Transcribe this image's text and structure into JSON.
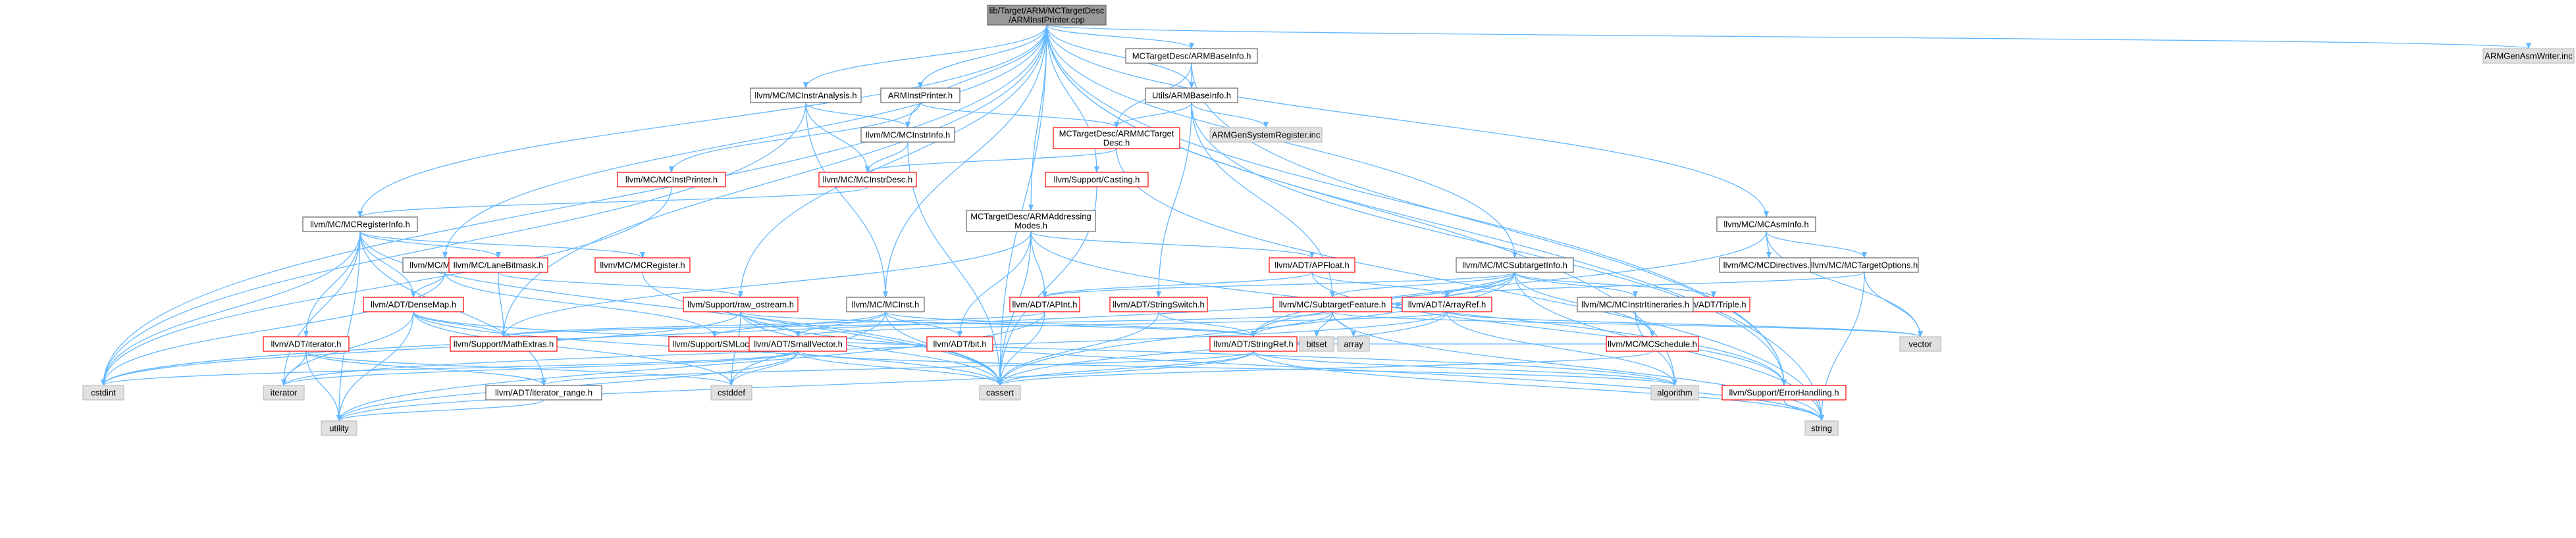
{
  "colors": {
    "edge": "#63b8ff",
    "root_fill": "#999999",
    "normal_border": "#666666",
    "normal_fill": "#ffffff",
    "incomplete_border": "#ff0000",
    "incomplete_fill": "#ffffff",
    "external_border": "#bfbfbf",
    "external_fill": "#e0e0e0"
  },
  "nodes": [
    {
      "id": "root",
      "lines": [
        "lib/Target/ARM/MCTargetDesc",
        "/ARMInstPrinter.cpp"
      ],
      "kind": "root"
    },
    {
      "id": "cstdint",
      "lines": [
        "cstdint"
      ],
      "kind": "external"
    },
    {
      "id": "MCRegisterInfo",
      "lines": [
        "llvm/MC/MCRegisterInfo.h"
      ],
      "kind": "normal"
    },
    {
      "id": "MCExpr",
      "lines": [
        "llvm/MC/MCExpr.h"
      ],
      "kind": "normal"
    },
    {
      "id": "MathExtras",
      "lines": [
        "llvm/Support/MathExtras.h"
      ],
      "kind": "incomplete"
    },
    {
      "id": "MCInstrAnalysis",
      "lines": [
        "llvm/MC/MCInstrAnalysis.h"
      ],
      "kind": "normal"
    },
    {
      "id": "ARMInstPrinterH",
      "lines": [
        "ARMInstPrinter.h"
      ],
      "kind": "normal"
    },
    {
      "id": "MCInstrInfo",
      "lines": [
        "llvm/MC/MCInstrInfo.h"
      ],
      "kind": "normal"
    },
    {
      "id": "raw_ostream",
      "lines": [
        "llvm/Support/raw_ostream.h"
      ],
      "kind": "incomplete"
    },
    {
      "id": "MCInst",
      "lines": [
        "llvm/MC/MCInst.h"
      ],
      "kind": "normal"
    },
    {
      "id": "ARMAddressingModes",
      "lines": [
        "MCTargetDesc/ARMAddressing",
        "Modes.h"
      ],
      "kind": "normal"
    },
    {
      "id": "Casting",
      "lines": [
        "llvm/Support/Casting.h"
      ],
      "kind": "incomplete"
    },
    {
      "id": "ARMBaseInfoMC",
      "lines": [
        "MCTargetDesc/ARMBaseInfo.h"
      ],
      "kind": "normal"
    },
    {
      "id": "UtilsARMBaseInfo",
      "lines": [
        "Utils/ARMBaseInfo.h"
      ],
      "kind": "normal"
    },
    {
      "id": "ARMMCTargetDesc",
      "lines": [
        "MCTargetDesc/ARMMCTarget",
        "Desc.h"
      ],
      "kind": "incomplete"
    },
    {
      "id": "ARMGenSystemRegister",
      "lines": [
        "ARMGenSystemRegister.inc"
      ],
      "kind": "external"
    },
    {
      "id": "MCSubtargetInfo",
      "lines": [
        "llvm/MC/MCSubtargetInfo.h"
      ],
      "kind": "normal"
    },
    {
      "id": "MCAsmInfo",
      "lines": [
        "llvm/MC/MCAsmInfo.h"
      ],
      "kind": "normal"
    },
    {
      "id": "ARMGenAsmWriter",
      "lines": [
        "ARMGenAsmWriter.inc"
      ],
      "kind": "external"
    },
    {
      "id": "MCInstPrinter",
      "lines": [
        "llvm/MC/MCInstPrinter.h"
      ],
      "kind": "incomplete"
    },
    {
      "id": "MCInstrDesc",
      "lines": [
        "llvm/MC/MCInstrDesc.h"
      ],
      "kind": "incomplete"
    },
    {
      "id": "LaneBitmask",
      "lines": [
        "llvm/MC/LaneBitmask.h"
      ],
      "kind": "incomplete"
    },
    {
      "id": "MCRegister",
      "lines": [
        "llvm/MC/MCRegister.h"
      ],
      "kind": "incomplete"
    },
    {
      "id": "DenseMap",
      "lines": [
        "llvm/ADT/DenseMap.h"
      ],
      "kind": "incomplete"
    },
    {
      "id": "iteratorH",
      "lines": [
        "llvm/ADT/iterator.h"
      ],
      "kind": "incomplete"
    },
    {
      "id": "iterator_range",
      "lines": [
        "llvm/ADT/iterator_range.h"
      ],
      "kind": "normal"
    },
    {
      "id": "SMLoc",
      "lines": [
        "llvm/Support/SMLoc.h"
      ],
      "kind": "incomplete"
    },
    {
      "id": "SmallVector",
      "lines": [
        "llvm/ADT/SmallVector.h"
      ],
      "kind": "incomplete"
    },
    {
      "id": "bitH",
      "lines": [
        "llvm/ADT/bit.h"
      ],
      "kind": "incomplete"
    },
    {
      "id": "APInt",
      "lines": [
        "llvm/ADT/APInt.h"
      ],
      "kind": "incomplete"
    },
    {
      "id": "APFloat",
      "lines": [
        "llvm/ADT/APFloat.h"
      ],
      "kind": "incomplete"
    },
    {
      "id": "StringSwitch",
      "lines": [
        "llvm/ADT/StringSwitch.h"
      ],
      "kind": "incomplete"
    },
    {
      "id": "StringRef",
      "lines": [
        "llvm/ADT/StringRef.h"
      ],
      "kind": "incomplete"
    },
    {
      "id": "SubtargetFeature",
      "lines": [
        "llvm/MC/SubtargetFeature.h"
      ],
      "kind": "incomplete"
    },
    {
      "id": "ArrayRef",
      "lines": [
        "llvm/ADT/ArrayRef.h"
      ],
      "kind": "incomplete"
    },
    {
      "id": "Triple",
      "lines": [
        "llvm/ADT/Triple.h"
      ],
      "kind": "incomplete"
    },
    {
      "id": "MCInstrItineraries",
      "lines": [
        "llvm/MC/MCInstrItineraries.h"
      ],
      "kind": "normal"
    },
    {
      "id": "MCSchedule",
      "lines": [
        "llvm/MC/MCSchedule.h"
      ],
      "kind": "incomplete"
    },
    {
      "id": "MCDirectives",
      "lines": [
        "llvm/MC/MCDirectives.h"
      ],
      "kind": "normal"
    },
    {
      "id": "MCTargetOptions",
      "lines": [
        "llvm/MC/MCTargetOptions.h"
      ],
      "kind": "normal"
    },
    {
      "id": "ErrorHandling",
      "lines": [
        "llvm/Support/ErrorHandling.h"
      ],
      "kind": "incomplete"
    },
    {
      "id": "iterator",
      "lines": [
        "iterator"
      ],
      "kind": "external"
    },
    {
      "id": "utility",
      "lines": [
        "utility"
      ],
      "kind": "external"
    },
    {
      "id": "cstddef",
      "lines": [
        "cstddef"
      ],
      "kind": "external"
    },
    {
      "id": "cassert",
      "lines": [
        "cassert"
      ],
      "kind": "external"
    },
    {
      "id": "bitset",
      "lines": [
        "bitset"
      ],
      "kind": "external"
    },
    {
      "id": "array",
      "lines": [
        "array"
      ],
      "kind": "external"
    },
    {
      "id": "vector",
      "lines": [
        "vector"
      ],
      "kind": "external"
    },
    {
      "id": "algorithm",
      "lines": [
        "algorithm"
      ],
      "kind": "external"
    },
    {
      "id": "string",
      "lines": [
        "string"
      ],
      "kind": "external"
    }
  ],
  "edges": [
    [
      "root",
      "cstdint"
    ],
    [
      "root",
      "MCRegisterInfo"
    ],
    [
      "root",
      "MCExpr"
    ],
    [
      "root",
      "MathExtras"
    ],
    [
      "root",
      "MCInstrAnalysis"
    ],
    [
      "root",
      "ARMInstPrinterH"
    ],
    [
      "root",
      "MCInstrInfo"
    ],
    [
      "root",
      "raw_ostream"
    ],
    [
      "root",
      "MCInst"
    ],
    [
      "root",
      "ARMAddressingModes"
    ],
    [
      "root",
      "Casting"
    ],
    [
      "root",
      "ARMBaseInfoMC"
    ],
    [
      "root",
      "UtilsARMBaseInfo"
    ],
    [
      "root",
      "MCSubtargetInfo"
    ],
    [
      "root",
      "MCAsmInfo"
    ],
    [
      "root",
      "ARMGenAsmWriter"
    ],
    [
      "root",
      "cassert"
    ],
    [
      "root",
      "algorithm"
    ],
    [
      "root",
      "ErrorHandling"
    ],
    [
      "root",
      "string"
    ],
    [
      "MCInstrAnalysis",
      "cstdint"
    ],
    [
      "MCInstrAnalysis",
      "MCInstrInfo"
    ],
    [
      "MCInstrAnalysis",
      "MCInst"
    ],
    [
      "MCInstrAnalysis",
      "MCInstrDesc"
    ],
    [
      "ARMInstPrinterH",
      "MCInstPrinter"
    ],
    [
      "ARMInstPrinterH",
      "ARMMCTargetDesc"
    ],
    [
      "MCInstrInfo",
      "MCInstrDesc"
    ],
    [
      "MCInstrInfo",
      "cassert"
    ],
    [
      "ARMBaseInfoMC",
      "UtilsARMBaseInfo"
    ],
    [
      "ARMBaseInfoMC",
      "ARMMCTargetDesc"
    ],
    [
      "ARMBaseInfoMC",
      "ErrorHandling"
    ],
    [
      "UtilsARMBaseInfo",
      "ARMMCTargetDesc"
    ],
    [
      "UtilsARMBaseInfo",
      "ARMGenSystemRegister"
    ],
    [
      "UtilsARMBaseInfo",
      "SubtargetFeature"
    ],
    [
      "UtilsARMBaseInfo",
      "StringSwitch"
    ],
    [
      "UtilsARMBaseInfo",
      "ErrorHandling"
    ],
    [
      "ARMMCTargetDesc",
      "MCInstrDesc"
    ],
    [
      "ARMMCTargetDesc",
      "string"
    ],
    [
      "MCInstPrinter",
      "cstdint"
    ],
    [
      "MCInstrDesc",
      "MCRegisterInfo"
    ],
    [
      "Casting",
      "cassert"
    ],
    [
      "MCRegisterInfo",
      "cstdint"
    ],
    [
      "MCRegisterInfo",
      "iterator"
    ],
    [
      "MCRegisterInfo",
      "utility"
    ],
    [
      "MCRegisterInfo",
      "cassert"
    ],
    [
      "MCRegisterInfo",
      "LaneBitmask"
    ],
    [
      "MCRegisterInfo",
      "MCRegister"
    ],
    [
      "MCRegisterInfo",
      "DenseMap"
    ],
    [
      "MCRegisterInfo",
      "iteratorH"
    ],
    [
      "MCRegisterInfo",
      "iterator_range"
    ],
    [
      "MCExpr",
      "cstdint"
    ],
    [
      "MCExpr",
      "DenseMap"
    ],
    [
      "MCExpr",
      "SMLoc"
    ],
    [
      "LaneBitmask",
      "MathExtras"
    ],
    [
      "LaneBitmask",
      "raw_ostream"
    ],
    [
      "MCRegister",
      "cassert"
    ],
    [
      "DenseMap",
      "MathExtras"
    ],
    [
      "DenseMap",
      "iterator"
    ],
    [
      "DenseMap",
      "utility"
    ],
    [
      "DenseMap",
      "cstddef"
    ],
    [
      "DenseMap",
      "cassert"
    ],
    [
      "DenseMap",
      "algorithm"
    ],
    [
      "iteratorH",
      "iterator_range"
    ],
    [
      "iteratorH",
      "cstddef"
    ],
    [
      "iteratorH",
      "utility"
    ],
    [
      "iteratorH",
      "iterator"
    ],
    [
      "iterator_range",
      "utility"
    ],
    [
      "raw_ostream",
      "cassert"
    ],
    [
      "raw_ostream",
      "cstddef"
    ],
    [
      "raw_ostream",
      "cstdint"
    ],
    [
      "raw_ostream",
      "string"
    ],
    [
      "raw_ostream",
      "SmallVector"
    ],
    [
      "raw_ostream",
      "StringRef"
    ],
    [
      "MCInst",
      "SmallVector"
    ],
    [
      "MCInst",
      "bitH"
    ],
    [
      "MCInst",
      "SMLoc"
    ],
    [
      "MCInst",
      "StringRef"
    ],
    [
      "MCInst",
      "cassert"
    ],
    [
      "MCInst",
      "cstddef"
    ],
    [
      "ARMAddressingModes",
      "APFloat"
    ],
    [
      "ARMAddressingModes",
      "APInt"
    ],
    [
      "ARMAddressingModes",
      "bitH"
    ],
    [
      "ARMAddressingModes",
      "ErrorHandling"
    ],
    [
      "ARMAddressingModes",
      "cassert"
    ],
    [
      "ARMAddressingModes",
      "MathExtras"
    ],
    [
      "APFloat",
      "APInt"
    ],
    [
      "APFloat",
      "ArrayRef"
    ],
    [
      "APFloat",
      "ErrorHandling"
    ],
    [
      "APInt",
      "MathExtras"
    ],
    [
      "APInt",
      "cassert"
    ],
    [
      "APInt",
      "utility"
    ],
    [
      "StringSwitch",
      "StringRef"
    ],
    [
      "StringSwitch",
      "cassert"
    ],
    [
      "SmallVector",
      "iterator"
    ],
    [
      "SmallVector",
      "cassert"
    ],
    [
      "SmallVector",
      "cstddef"
    ],
    [
      "SmallVector",
      "utility"
    ],
    [
      "SmallVector",
      "algorithm"
    ],
    [
      "SmallVector",
      "cstdint"
    ],
    [
      "StringRef",
      "iterator_range"
    ],
    [
      "StringRef",
      "cassert"
    ],
    [
      "StringRef",
      "algorithm"
    ],
    [
      "StringRef",
      "string"
    ],
    [
      "StringRef",
      "utility"
    ],
    [
      "MCSubtargetInfo",
      "APInt"
    ],
    [
      "MCSubtargetInfo",
      "ArrayRef"
    ],
    [
      "MCSubtargetInfo",
      "StringRef"
    ],
    [
      "MCSubtargetInfo",
      "Triple"
    ],
    [
      "MCSubtargetInfo",
      "MCInstrItineraries"
    ],
    [
      "MCSubtargetInfo",
      "MCSchedule"
    ],
    [
      "MCSubtargetInfo",
      "SubtargetFeature"
    ],
    [
      "MCSubtargetInfo",
      "cassert"
    ],
    [
      "MCSubtargetInfo",
      "cstdint"
    ],
    [
      "MCSubtargetInfo",
      "string"
    ],
    [
      "SubtargetFeature",
      "ArrayRef"
    ],
    [
      "SubtargetFeature",
      "StringRef"
    ],
    [
      "SubtargetFeature",
      "MathExtras"
    ],
    [
      "SubtargetFeature",
      "array"
    ],
    [
      "SubtargetFeature",
      "bitset"
    ],
    [
      "SubtargetFeature",
      "vector"
    ],
    [
      "SubtargetFeature",
      "string"
    ],
    [
      "ArrayRef",
      "SmallVector"
    ],
    [
      "ArrayRef",
      "cassert"
    ],
    [
      "ArrayRef",
      "vector"
    ],
    [
      "ArrayRef",
      "iterator"
    ],
    [
      "ArrayRef",
      "algorithm"
    ],
    [
      "MCInstrItineraries",
      "MCSchedule"
    ],
    [
      "MCInstrItineraries",
      "algorithm"
    ],
    [
      "MCSchedule",
      "StringRef"
    ],
    [
      "MCSchedule",
      "cassert"
    ],
    [
      "MCAsmInfo",
      "MCDirectives"
    ],
    [
      "MCAsmInfo",
      "MCTargetOptions"
    ],
    [
      "MCAsmInfo",
      "StringRef"
    ],
    [
      "MCAsmInfo",
      "vector"
    ],
    [
      "MCTargetOptions",
      "ArrayRef"
    ],
    [
      "MCTargetOptions",
      "string"
    ],
    [
      "MCTargetOptions",
      "vector"
    ],
    [
      "ErrorHandling",
      "string"
    ]
  ]
}
